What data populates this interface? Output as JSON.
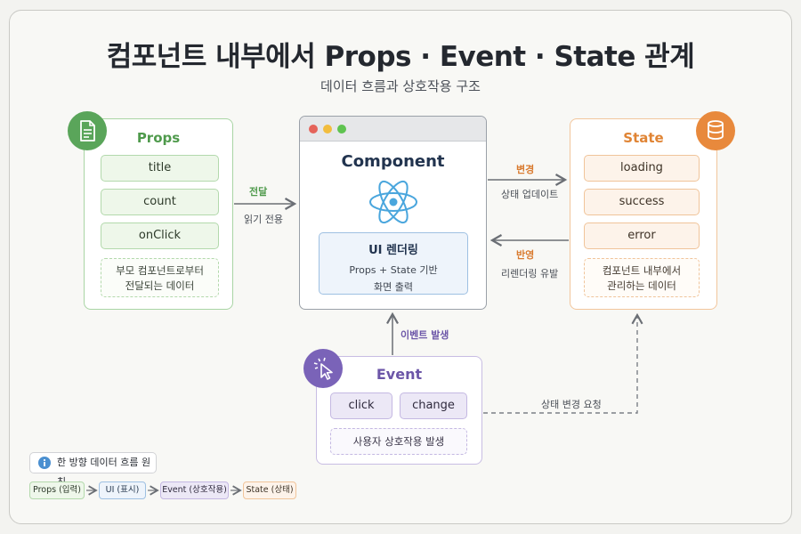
{
  "header": {
    "title": "컴포넌트 내부에서 Props · Event · State 관계",
    "subtitle": "데이터 흐름과 상호작용 구조"
  },
  "props": {
    "title": "Props",
    "items": [
      "title",
      "count",
      "onClick"
    ],
    "note_line1": "부모 컴포넌트로부터",
    "note_line2": "전달되는 데이터",
    "icon": "document-icon",
    "color": "#5aa55a"
  },
  "component": {
    "title": "Component",
    "icon": "react-atom-icon",
    "render_title": "UI 렌더링",
    "render_line1": "Props + State 기반",
    "render_line2": "화면 출력",
    "window_dots": [
      "#e5635a",
      "#f2bd3e",
      "#5fc350"
    ]
  },
  "state": {
    "title": "State",
    "items": [
      "loading",
      "success",
      "error"
    ],
    "note_line1": "컴포넌트 내부에서",
    "note_line2": "관리하는 데이터",
    "icon": "database-icon",
    "color": "#e8893c"
  },
  "event": {
    "title": "Event",
    "items": [
      "click",
      "change"
    ],
    "note": "사용자 상호작용 발생",
    "icon": "cursor-click-icon",
    "color": "#7a63b8"
  },
  "arrows": {
    "props_to_component_label": "전달",
    "props_to_component_sub": "읽기 전용",
    "component_to_state_label": "변경",
    "component_to_state_sub": "상태 업데이트",
    "state_to_component_label": "반영",
    "state_to_component_sub": "리렌더링 유발",
    "event_to_component_label": "이벤트 발생",
    "event_to_state_label": "상태 변경 요청"
  },
  "legend": {
    "info_icon": "info-icon",
    "principle": "한 방향 데이터 흐름 원칙",
    "chips": [
      "Props (입력)",
      "UI (표시)",
      "Event (상호작용)",
      "State (상태)"
    ]
  }
}
